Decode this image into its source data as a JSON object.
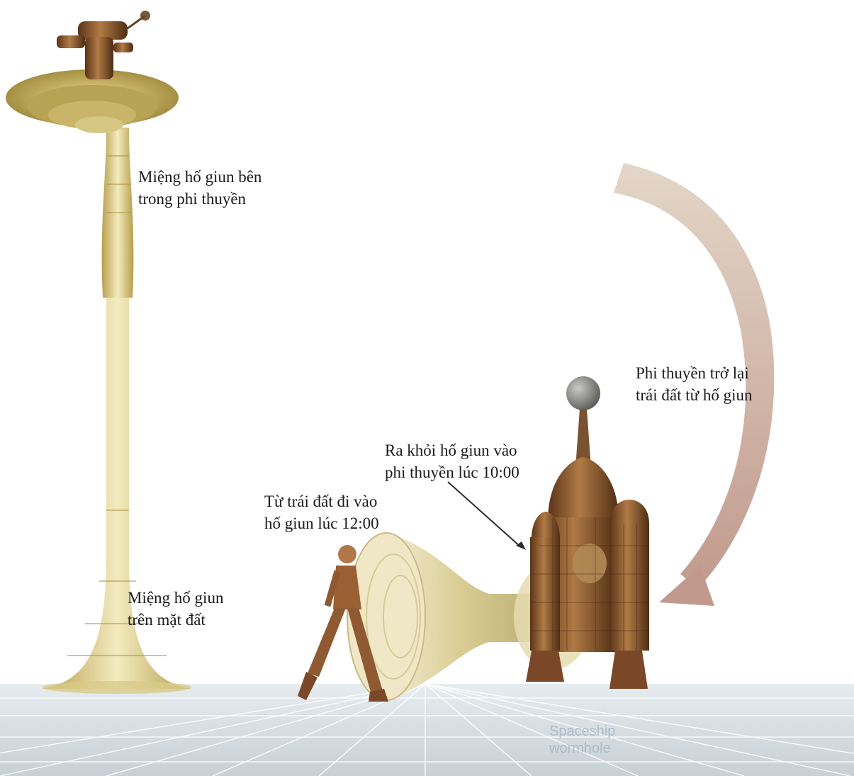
{
  "labels": {
    "mouth_in_ship": [
      "Miệng hố giun bên",
      "trong phi thuyền"
    ],
    "mouth_on_ground": [
      "Miệng hố giun",
      "trên mặt đất"
    ],
    "enter_wormhole": [
      "Từ trái đất đi vào",
      "hố giun lúc 12:00"
    ],
    "exit_wormhole": [
      "Ra khỏi hố giun vào",
      "phi thuyền lúc 10:00"
    ],
    "return_to_earth": [
      "Phi thuyền trở lại",
      "trái đất từ hố giun"
    ]
  },
  "watermark": [
    "Spaceship",
    "wormhole"
  ],
  "colors": {
    "wormhole_gold": "#c9b46a",
    "wormhole_light": "#ece3b8",
    "ship_bronze": "#8a5a30",
    "arrow": "#c7b2a6",
    "floor": "#d6dde2",
    "grid": "#ffffff"
  }
}
